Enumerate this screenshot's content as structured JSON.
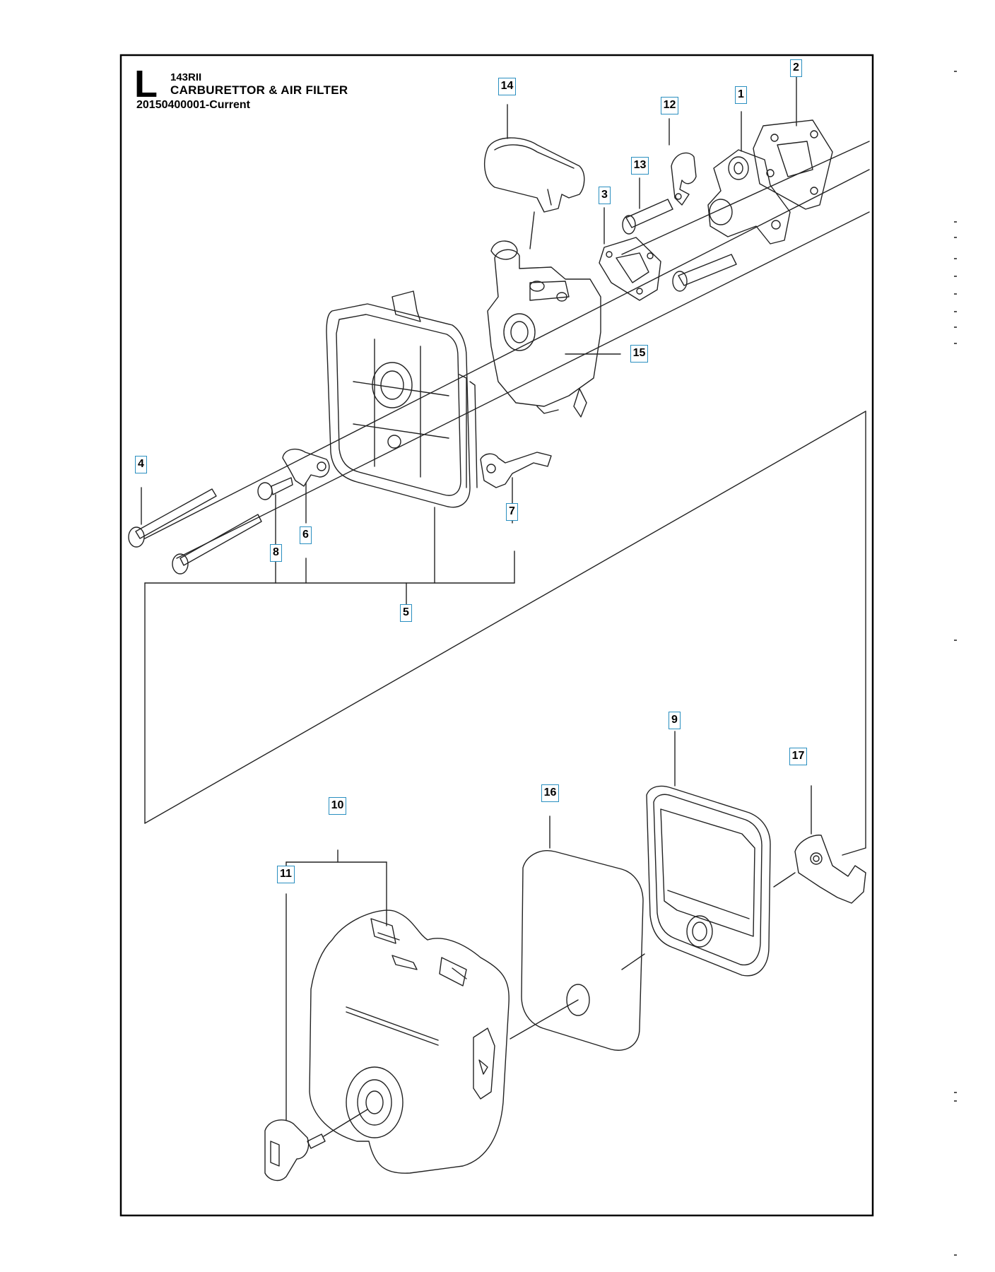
{
  "header": {
    "letter": "L",
    "model": "143RII",
    "title": "CARBURETTOR & AIR FILTER",
    "code": "20150400001-Current"
  },
  "callouts": {
    "c1": "1",
    "c2": "2",
    "c3": "3",
    "c4": "4",
    "c5": "5",
    "c6": "6",
    "c7": "7",
    "c8": "8",
    "c9": "9",
    "c10": "10",
    "c11": "11",
    "c12": "12",
    "c13": "13",
    "c14": "14",
    "c15": "15",
    "c16": "16",
    "c17": "17"
  },
  "colors": {
    "frame": "#000000",
    "callout_border": "#2a8fc0",
    "line": "#222222"
  }
}
